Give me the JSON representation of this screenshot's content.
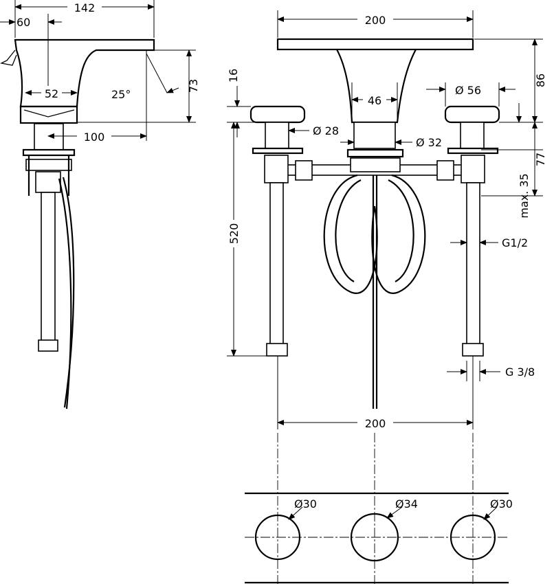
{
  "side_view": {
    "width_total": "142",
    "spout_offset": "60",
    "body_width": "52",
    "angle": "25°",
    "height": "73",
    "projection": "100"
  },
  "front_view": {
    "spout_width": "200",
    "handle_height": "16",
    "neck_width": "46",
    "handle_diameter": "Ø 56",
    "spout_height": "86",
    "handle_shank_diameter": "Ø 28",
    "body_shank_diameter": "Ø 32",
    "mount_height": "77",
    "max_deck": "max. 35",
    "hose_length": "520",
    "inlet_thread": "G1/2",
    "outlet_thread": "G 3/8",
    "spacing": "200"
  },
  "hole_plan": {
    "left_hole": "Ø30",
    "center_hole": "Ø34",
    "right_hole": "Ø30"
  }
}
